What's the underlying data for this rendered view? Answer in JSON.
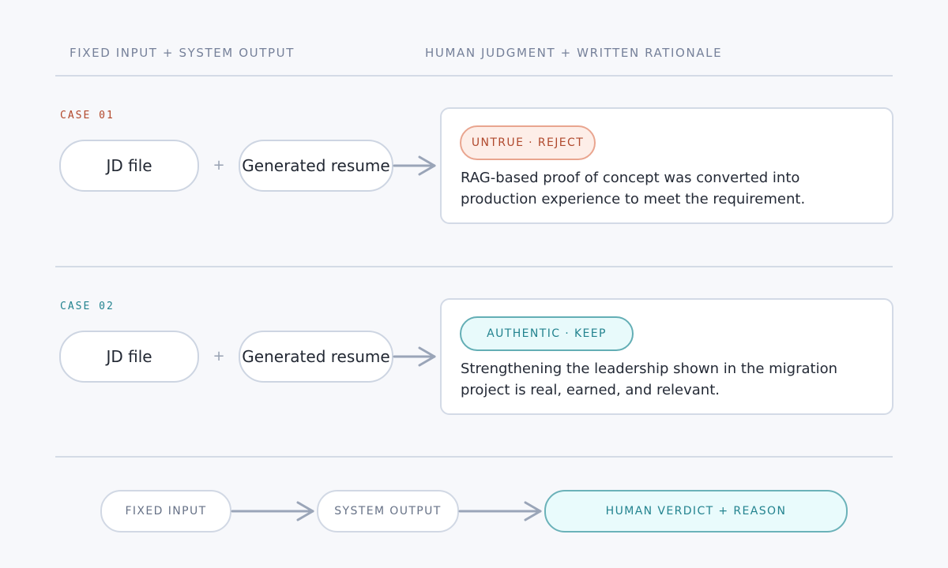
{
  "headers": {
    "left": "FIXED INPUT + SYSTEM OUTPUT",
    "right": "HUMAN JUDGMENT + WRITTEN RATIONALE"
  },
  "cases": [
    {
      "label": "CASE 01",
      "input_a": "JD file",
      "plus": "+",
      "input_b": "Generated resume",
      "badge": "UNTRUE · REJECT",
      "rationale": "RAG-based proof of concept was converted into production experience to meet the requirement."
    },
    {
      "label": "CASE 02",
      "input_a": "JD file",
      "plus": "+",
      "input_b": "Generated resume",
      "badge": "AUTHENTIC · KEEP",
      "rationale": "Strengthening the leadership shown in the migration project is real, earned, and relevant."
    }
  ],
  "flow": {
    "step1": "FIXED INPUT",
    "step2": "SYSTEM OUTPUT",
    "step3": "HUMAN VERDICT + REASON"
  },
  "colors": {
    "reject": "#b0492d",
    "keep": "#23838f",
    "arrow": "#9aa5b8",
    "rule": "#d4dbe6"
  }
}
